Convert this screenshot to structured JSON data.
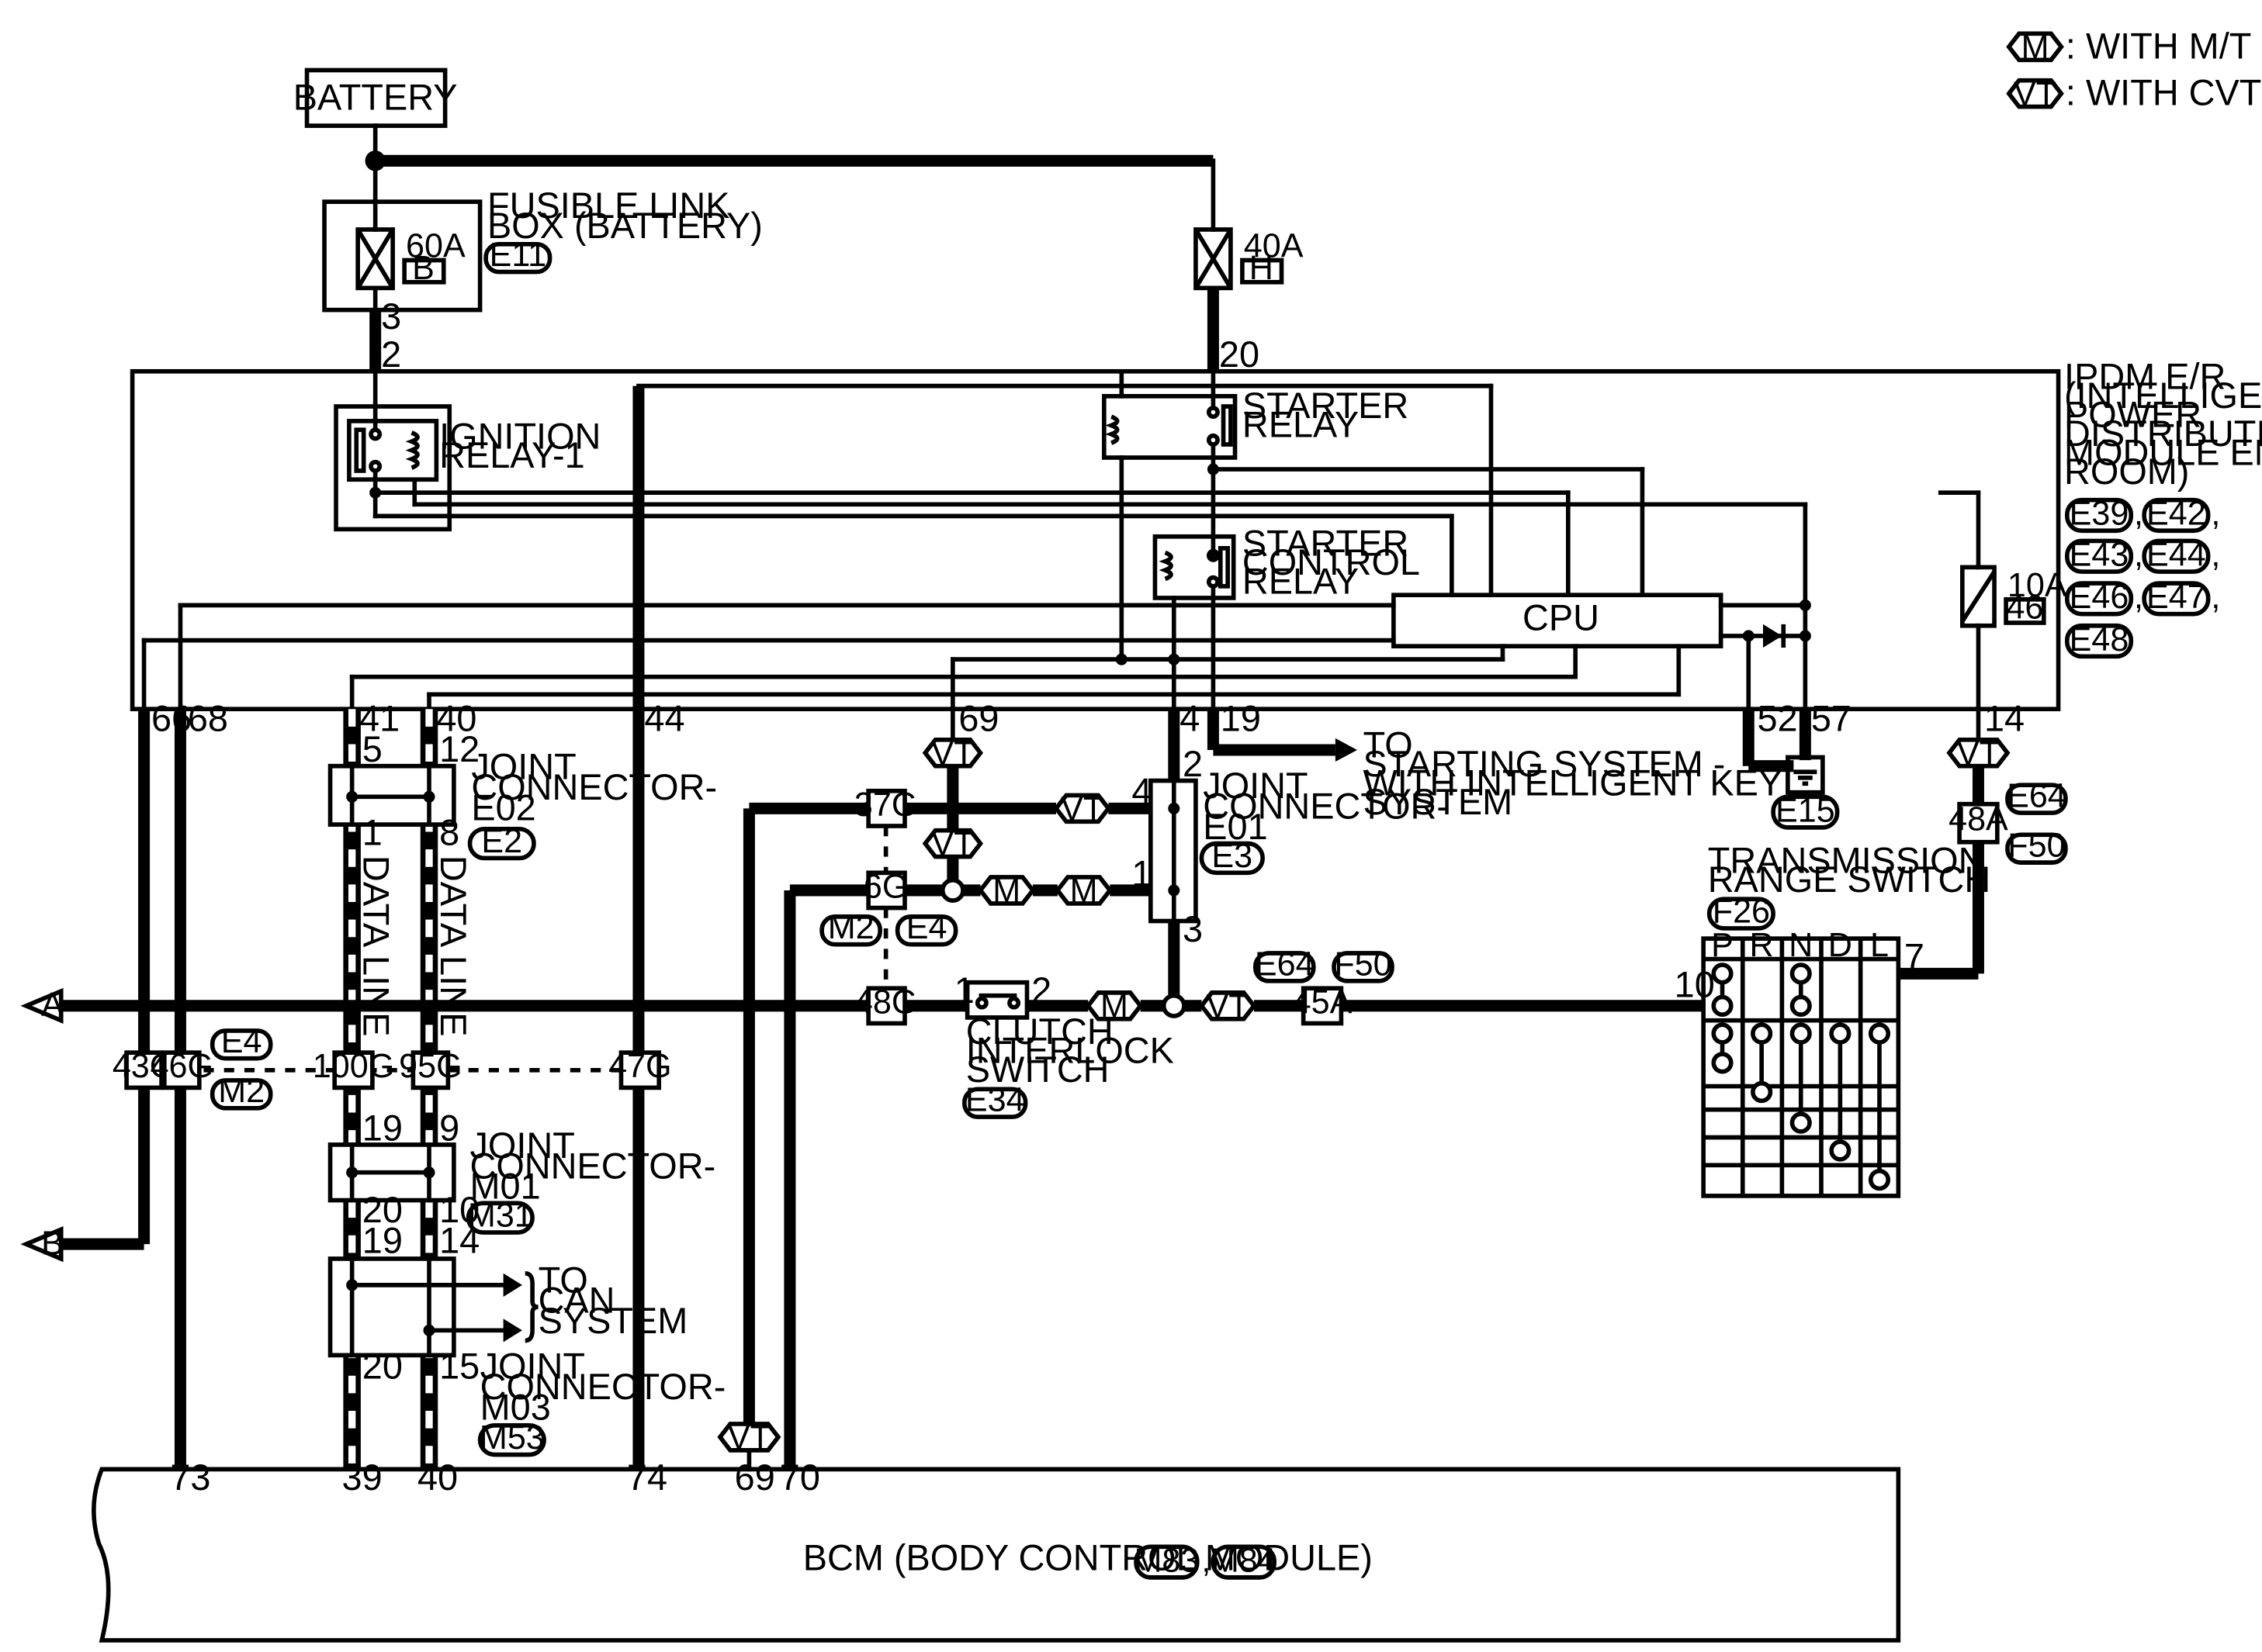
{
  "legend": [
    {
      "tag": "M",
      "text": ": WITH M/T"
    },
    {
      "tag": "VT",
      "text": ": WITH CVT"
    }
  ],
  "battery": "BATTERY",
  "fusible_link": {
    "title": [
      "FUSIBLE LINK",
      "BOX (BATTERY)"
    ],
    "connector": "E11",
    "fuse_60a": "60A",
    "fuse_60a_slot": "B",
    "fuse_40a": "40A",
    "fuse_40a_slot": "H",
    "pin_out": "3"
  },
  "ipdm": {
    "title": [
      "IPDM E/R",
      "(INTELLIGENT",
      "POWER",
      "DISTRIBUTION",
      "MODULE ENGINE",
      "ROOM)"
    ],
    "connectors": [
      "E39",
      "E42",
      "E43",
      "E44",
      "E46",
      "E47",
      "E48"
    ],
    "ignition_relay": [
      "IGNITION",
      "RELAY-1"
    ],
    "starter_relay": [
      "STARTER",
      "RELAY"
    ],
    "starter_control_relay": [
      "STARTER",
      "CONTROL",
      "RELAY"
    ],
    "cpu": "CPU",
    "fuse_10a": "10A",
    "fuse_10a_slot": "46",
    "pins_top": [
      "2",
      "20"
    ],
    "pins_bottom": [
      "66",
      "68",
      "41",
      "40",
      "44",
      "69",
      "4",
      "19",
      "52",
      "57",
      "14"
    ]
  },
  "to_starting": [
    "TO",
    "STARTING SYSTEM -",
    "WITH INTELLIGENT KEY",
    "SYSTEM"
  ],
  "ground": "E15",
  "joint_e02": {
    "title": [
      "JOINT",
      "CONNECTOR-",
      "E02"
    ],
    "connector": "E2",
    "pins": [
      "5",
      "12",
      "1",
      "8"
    ]
  },
  "joint_e01": {
    "title": [
      "JOINT",
      "CONNECTOR-",
      "E01"
    ],
    "connector": "E3",
    "pins": [
      "2",
      "4",
      "1",
      "3"
    ]
  },
  "joint_m01": {
    "title": [
      "JOINT",
      "CONNECTOR-",
      "M01"
    ],
    "connector": "M31",
    "pins": [
      "19",
      "9",
      "20",
      "10"
    ]
  },
  "joint_m03": {
    "title": [
      "JOINT",
      "CONNECTOR-",
      "M03"
    ],
    "connector": "M53",
    "pins": [
      "19",
      "14",
      "20",
      "15"
    ]
  },
  "data_line": "DATA LINE",
  "to_can": [
    "TO",
    "CAN",
    "SYSTEM"
  ],
  "inline_connectors": {
    "c43g": "43G",
    "c46g": "46G",
    "c100g": "100G",
    "c95g": "95G",
    "c47g": "47G",
    "c37g": "37G",
    "c6g": "6G",
    "c48g": "48G",
    "c45a": "45A",
    "c48a": "48A",
    "e4": "E4",
    "m2": "M2",
    "e64": "E64",
    "f50": "F50"
  },
  "clutch_switch": {
    "title": [
      "CLUTCH",
      "INTERLOCK",
      "SWITCH"
    ],
    "connector": "E34",
    "pins": [
      "1",
      "2"
    ]
  },
  "transmission_switch": {
    "title": [
      "TRANSMISSION",
      "RANGE SWITCH"
    ],
    "connector": "F26",
    "positions": [
      "P",
      "R",
      "N",
      "D",
      "L"
    ],
    "pins": [
      "10",
      "7"
    ]
  },
  "arrows": [
    "A",
    "B"
  ],
  "bcm": {
    "title": "BCM (BODY CONTROL MODULE)",
    "connectors": [
      "M83",
      "M84"
    ],
    "pins": [
      "73",
      "39",
      "40",
      "74",
      "69",
      "70"
    ]
  }
}
